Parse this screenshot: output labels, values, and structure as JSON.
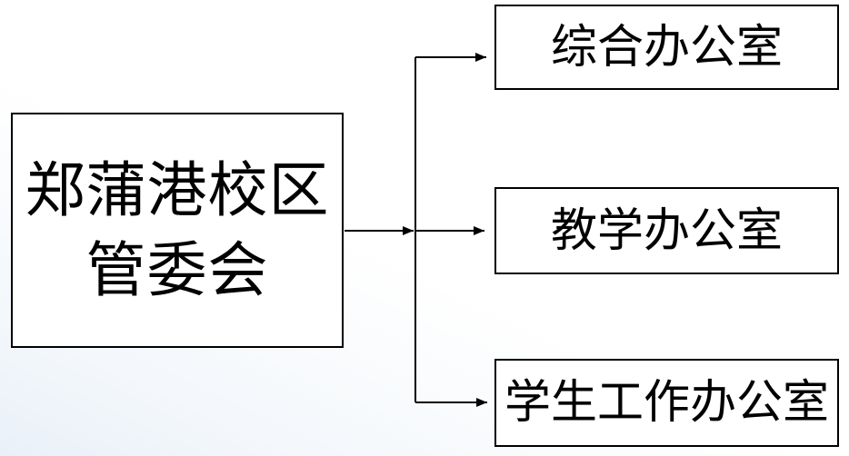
{
  "diagram": {
    "type": "org-chart",
    "root": {
      "label": "郑蒲港校区管委会",
      "lines": [
        "郑蒲港校区",
        "管委会"
      ]
    },
    "children": [
      {
        "label": "综合办公室"
      },
      {
        "label": "教学办公室"
      },
      {
        "label": "学生工作办公室"
      }
    ],
    "edges": [
      {
        "from": "郑蒲港校区管委会",
        "to": "综合办公室",
        "arrow": true
      },
      {
        "from": "郑蒲港校区管委会",
        "to": "教学办公室",
        "arrow": true
      },
      {
        "from": "郑蒲港校区管委会",
        "to": "学生工作办公室",
        "arrow": true
      }
    ],
    "colors": {
      "line": "#000000",
      "box_border": "#000000",
      "box_fill": "#ffffff",
      "text": "#000000",
      "background": "#fafcfd"
    }
  }
}
